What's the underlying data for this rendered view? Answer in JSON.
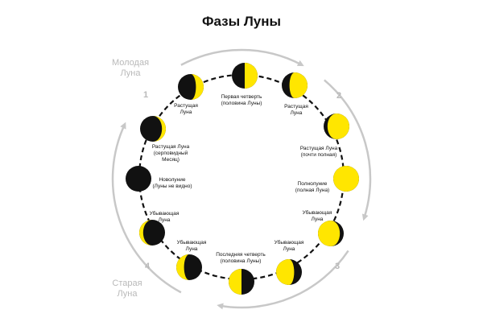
{
  "title": "Фазы Луны",
  "colors": {
    "moon_light": "#ffe600",
    "moon_dark": "#111111",
    "orbit": "#111111",
    "outer_ring": "#c8c8c8",
    "quarter_text": "#b9b9b9"
  },
  "quarters": {
    "young": {
      "line1": "Молодая",
      "line2": "Луна"
    },
    "old": {
      "line1": "Старая",
      "line2": "Луна"
    },
    "numbers": [
      "1",
      "2",
      "3",
      "4"
    ]
  },
  "phases": [
    {
      "key": "first-quarter",
      "lines": [
        "Первая четверть",
        "(половина Луны)"
      ],
      "lit": 0.5,
      "side": "right"
    },
    {
      "key": "waxing-top-right",
      "lines": [
        "Растущая",
        "Луна"
      ],
      "lit": 0.7,
      "side": "right"
    },
    {
      "key": "waxing-gibbous",
      "lines": [
        "Растущая Луна",
        "(почти полная)"
      ],
      "lit": 0.85,
      "side": "right"
    },
    {
      "key": "full-moon",
      "lines": [
        "Полнолуние",
        "(полная Луна)"
      ],
      "lit": 1.0,
      "side": "right"
    },
    {
      "key": "waning-right",
      "lines": [
        "Убывающая",
        "Луна"
      ],
      "lit": 0.85,
      "side": "left"
    },
    {
      "key": "waning-bottom-right",
      "lines": [
        "Убывающая",
        "Луна"
      ],
      "lit": 0.7,
      "side": "left"
    },
    {
      "key": "last-quarter",
      "lines": [
        "Последняя четверть",
        "(половина Луны)"
      ],
      "lit": 0.5,
      "side": "left"
    },
    {
      "key": "waning-bottom-left",
      "lines": [
        "Убывающая",
        "Луна"
      ],
      "lit": 0.3,
      "side": "left"
    },
    {
      "key": "waning-crescent",
      "lines": [
        "Убывающая",
        "Луна"
      ],
      "lit": 0.15,
      "side": "left"
    },
    {
      "key": "new-moon",
      "lines": [
        "Новолуние",
        "(Луны не видно)"
      ],
      "lit": 0.0,
      "side": "right"
    },
    {
      "key": "waxing-crescent",
      "lines": [
        "Растущая Луна",
        "(серповидный",
        "Месяц)"
      ],
      "lit": 0.15,
      "side": "right"
    },
    {
      "key": "waxing-top-left",
      "lines": [
        "Растущая",
        "Луна"
      ],
      "lit": 0.3,
      "side": "right"
    }
  ]
}
